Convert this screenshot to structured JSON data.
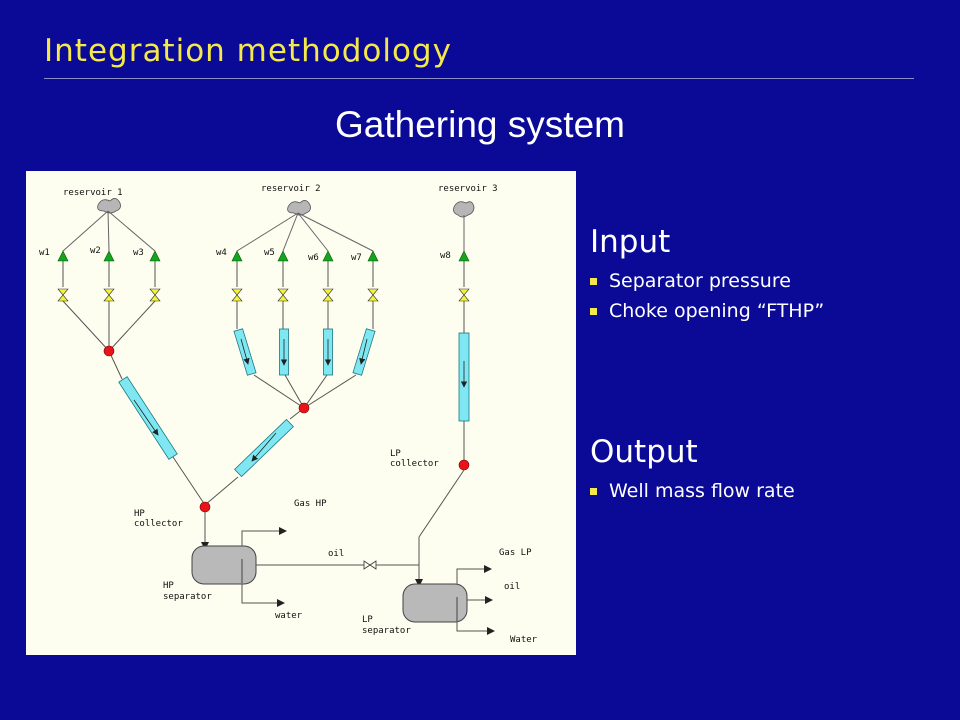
{
  "header": {
    "title": "Integration methodology"
  },
  "slide": {
    "title": "Gathering system"
  },
  "input": {
    "heading": "Input",
    "items": [
      "Separator pressure",
      "Choke opening “FTHP”"
    ]
  },
  "output": {
    "heading": "Output",
    "items": [
      "Well mass flow rate"
    ]
  },
  "diagram": {
    "reservoirs": [
      "reservoir 1",
      "reservoir 2",
      "reservoir 3"
    ],
    "wells": [
      "w1",
      "w2",
      "w3",
      "w4",
      "w5",
      "w6",
      "w7",
      "w8"
    ],
    "hp_collector": [
      "HP",
      "collector"
    ],
    "lp_collector": [
      "LP",
      "collector"
    ],
    "hp_separator": [
      "HP",
      "separator"
    ],
    "lp_separator": [
      "LP",
      "separator"
    ],
    "gas_hp": "Gas HP",
    "gas_lp": "Gas LP",
    "oil": "oil",
    "water": "water",
    "water_lp": "Water"
  },
  "colors": {
    "background": "#0a0a96",
    "header": "#f5e84a",
    "pipe": "#7fe7f2",
    "node": "#e8141a",
    "well": "#13a51d",
    "choke": "#f4f23a",
    "reservoir": "#b6b6b6",
    "separator": "#b9b9b9"
  }
}
